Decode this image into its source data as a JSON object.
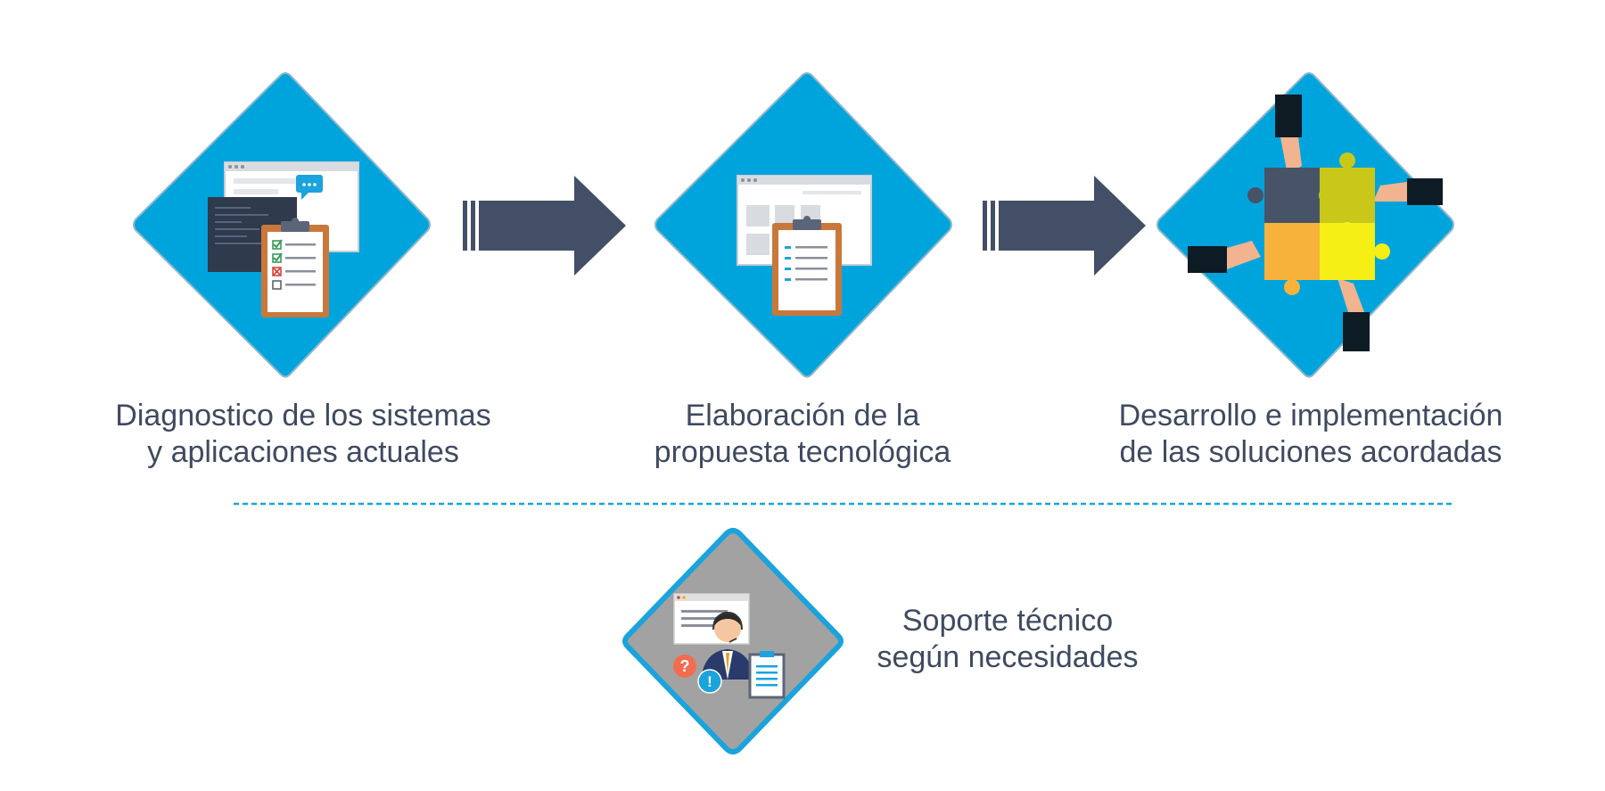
{
  "colors": {
    "diamond_blue": "#00a4dd",
    "support_diamond_fill": "#a3a2a2",
    "arrow": "#434f66",
    "text": "#3f4a61",
    "separator": "#1aa3dc"
  },
  "steps": [
    {
      "icon": "diagnostic-checklist-icon",
      "label_lines": [
        "Diagnostico de los sistemas",
        "y aplicaciones actuales"
      ]
    },
    {
      "icon": "proposal-clipboard-icon",
      "label_lines": [
        "Elaboración de la",
        "propuesta tecnológica"
      ]
    },
    {
      "icon": "puzzle-hands-icon",
      "label_lines": [
        "Desarrollo e implementación",
        "de las soluciones acordadas"
      ]
    }
  ],
  "support": {
    "icon": "support-agent-icon",
    "label_lines": [
      "Soporte técnico",
      "según necesidades"
    ]
  }
}
